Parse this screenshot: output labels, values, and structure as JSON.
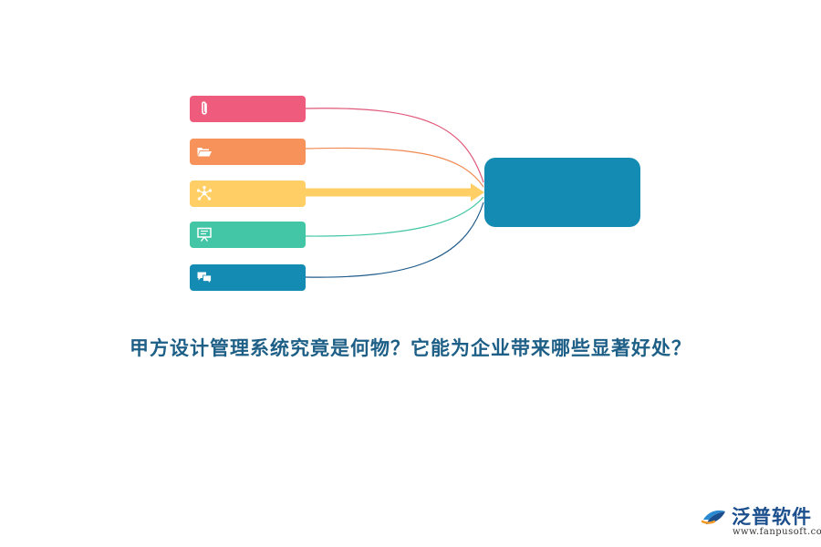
{
  "diagram": {
    "center": {
      "label": "",
      "color": "#138bb3"
    },
    "items": [
      {
        "icon": "paperclip-icon",
        "label": "",
        "color": "#ef5b7c"
      },
      {
        "icon": "folder-open-icon",
        "label": "",
        "color": "#f7935a"
      },
      {
        "icon": "network-icon",
        "label": "",
        "color": "#ffcf66",
        "emphasis": true
      },
      {
        "icon": "presentation-board-icon",
        "label": "",
        "color": "#43c6a5"
      },
      {
        "icon": "chat-bubbles-icon",
        "label": "",
        "color": "#138bb3"
      }
    ],
    "connector_colors": [
      "#e0587a",
      "#f08a52",
      "#ffcf66",
      "#43c6a5",
      "#1e5a8a"
    ]
  },
  "title": "甲方设计管理系统究竟是何物？它能为企业带来哪些显著好处？",
  "brand": {
    "name": "泛普软件",
    "url": "www.fanpusoft.com",
    "color": "#1b4e8c"
  }
}
